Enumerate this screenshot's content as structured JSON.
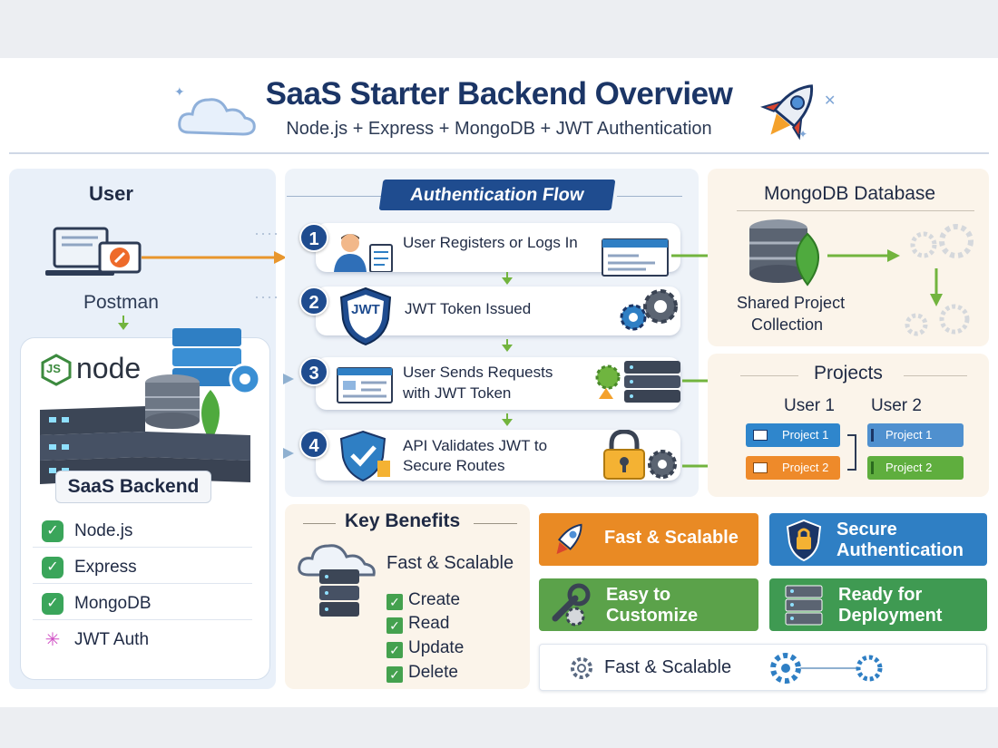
{
  "header": {
    "title": "SaaS Starter Backend Overview",
    "subtitle": "Node.js + Express + MongoDB + JWT Authentication"
  },
  "user_panel": {
    "title": "User",
    "client_label": "Postman",
    "node_logo": "node",
    "node_badge": "JS",
    "backend_label": "SaaS Backend",
    "stack": [
      "Node.js",
      "Express",
      "MongoDB",
      "JWT Auth"
    ]
  },
  "auth_flow": {
    "title": "Authentication Flow",
    "steps": [
      {
        "num": "1",
        "text": "User Registers or Logs In"
      },
      {
        "num": "2",
        "text": "JWT Token Issued",
        "badge": "JWT"
      },
      {
        "num": "3",
        "line1": "User Sends Requests",
        "line2": "with JWT Token"
      },
      {
        "num": "4",
        "line1": "API Validates JWT to",
        "line2": "Secure Routes"
      }
    ]
  },
  "database": {
    "title": "MongoDB Database",
    "line1": "Shared Project",
    "line2": "Collection"
  },
  "projects": {
    "title": "Projects",
    "user1": "User 1",
    "user2": "User 2",
    "items": [
      "Project 1",
      "Project 2",
      "Project 1",
      "Project 2"
    ]
  },
  "benefits": {
    "title": "Key Benefits",
    "subtitle": "Fast & Scalable",
    "crud": [
      "Create",
      "Read",
      "Update",
      "Delete"
    ],
    "tiles": [
      {
        "label": "Fast & Scalable",
        "color": "#e98a24"
      },
      {
        "line1": "Secure",
        "line2": "Authentication",
        "color": "#2f7fc4"
      },
      {
        "line1": "Easy to",
        "line2": "Customize",
        "color": "#5ba24a"
      },
      {
        "line1": "Ready for",
        "line2": "Deployment",
        "color": "#3f9a52"
      }
    ],
    "footer": "Fast & Scalable"
  },
  "colors": {
    "navy": "#1b3566",
    "orange_arrow": "#e8962d",
    "green_arrow": "#72b43e",
    "check_green": "#3aa55a"
  },
  "icons": [
    "cloud-icon",
    "rocket-icon",
    "monitor-icon",
    "server-icon",
    "gear-icon",
    "shield-icon",
    "lock-icon",
    "database-icon",
    "leaf-icon",
    "document-icon",
    "person-icon",
    "wrench-icon"
  ]
}
